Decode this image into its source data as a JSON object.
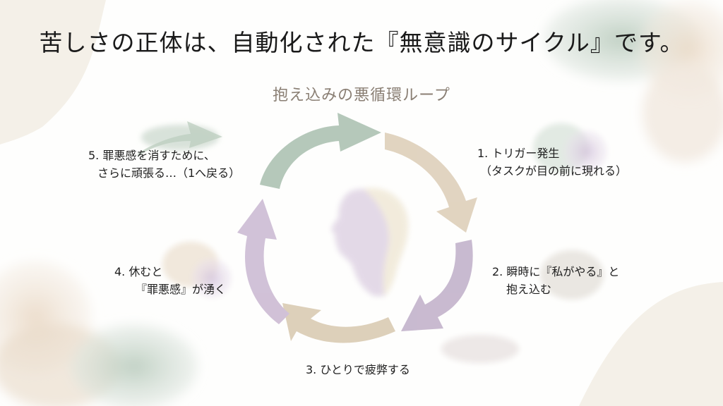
{
  "slide": {
    "title": "苦しさの正体は、自動化された『無意識のサイクル』です。",
    "subtitle": "抱え込みの悪循環ループ"
  },
  "cycle": {
    "center_icon": "woman-profile-silhouette",
    "steps": [
      {
        "number": "1.",
        "line1": "1. トリガー発生",
        "line2": "（タスクが目の前に現れる）",
        "arrow_color": "#d9c9b0"
      },
      {
        "number": "2.",
        "line1": "2. 瞬時に『私がやる』と",
        "line2": "抱え込む",
        "arrow_color": "#b9a6c0"
      },
      {
        "number": "3.",
        "line1": "3. ひとりで疲弊する",
        "line2": "",
        "arrow_color": "#d8c8ae"
      },
      {
        "number": "4.",
        "line1": "4. 休むと",
        "line2": "『罪悪感』が湧く",
        "arrow_color": "#c9b6cf"
      },
      {
        "number": "5.",
        "line1": "5. 罪悪感を消すために、",
        "line2": "さらに頑張る…（1へ戻る）",
        "arrow_color": "#a9bfae"
      }
    ]
  },
  "colors": {
    "title_text": "#1a1a1a",
    "subtitle_text": "#8a7f74",
    "sage": "#a9bfae",
    "lavender": "#c3b2cb",
    "beige": "#e3d6c0",
    "cream": "#f3efe8"
  }
}
